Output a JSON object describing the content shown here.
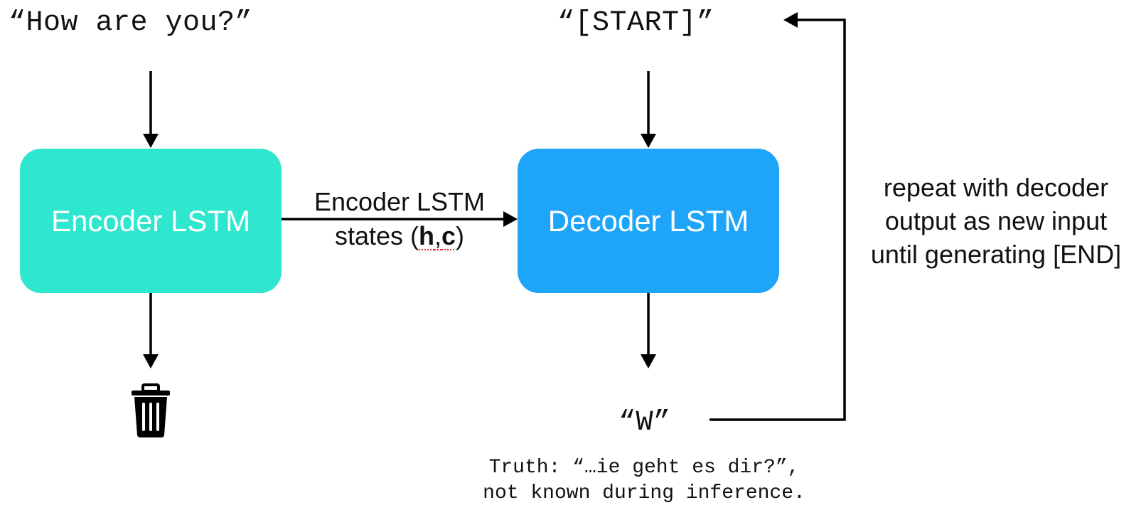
{
  "inputs": {
    "encoder_input": "“How are you?”",
    "decoder_input": "“[START]”"
  },
  "encoder": {
    "label": "Encoder LSTM",
    "color": "#2FE6CF"
  },
  "decoder": {
    "label": "Decoder LSTM",
    "color": "#1EA5FA"
  },
  "states": {
    "line1": "Encoder LSTM",
    "prefix": "states (",
    "h": "h",
    "comma": ",",
    "c": "c",
    "suffix": ")"
  },
  "output": {
    "token": "“W”"
  },
  "truth": {
    "line1": "Truth: “…ie geht es dir?”,",
    "line2": "not known during inference."
  },
  "loop_note": {
    "line1": "repeat with decoder",
    "line2": "output as new input",
    "line3": "until generating [END]"
  },
  "icons": {
    "discard": "trash-icon"
  },
  "colors": {
    "arrow": "#000000",
    "text": "#111111",
    "underline": "#e02020"
  }
}
